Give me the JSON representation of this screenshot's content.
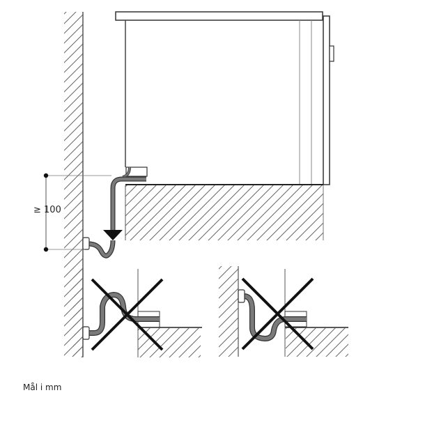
{
  "diagram": {
    "title": "Drain hose installation diagram",
    "dimension": {
      "label": "≥ 100",
      "description": "Minimum height of drain hose loop above trap connection"
    },
    "unit_note": "Mål i mm",
    "panels": [
      {
        "id": "correct",
        "description": "Correct: drain hose goes down behind appliance into wall trap",
        "status": "correct"
      },
      {
        "id": "wrong-1",
        "description": "Incorrect: hose loop too low",
        "status": "crossed-out"
      },
      {
        "id": "wrong-2",
        "description": "Incorrect: hose sags below trap",
        "status": "crossed-out"
      }
    ],
    "colors": {
      "line": "#333333",
      "hose": "#7a7a7a",
      "hose_outline": "#444444",
      "hatch": "#555555",
      "cross": "#111111"
    }
  }
}
